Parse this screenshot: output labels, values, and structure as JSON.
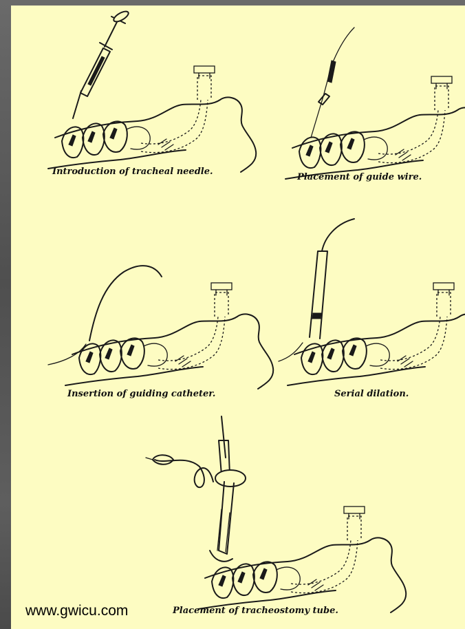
{
  "panels": [
    {
      "caption": "Introduction of tracheal needle."
    },
    {
      "caption": "Placement of guide wire."
    },
    {
      "caption": "Insertion of guiding catheter."
    },
    {
      "caption": "Serial dilation."
    },
    {
      "caption": "Placement of tracheostomy tube."
    }
  ],
  "watermark": "www.gwicu.com",
  "colors": {
    "panel_background": "#fdfcc2",
    "frame": "#5b5b5b",
    "ink": "#1a1a1a"
  }
}
